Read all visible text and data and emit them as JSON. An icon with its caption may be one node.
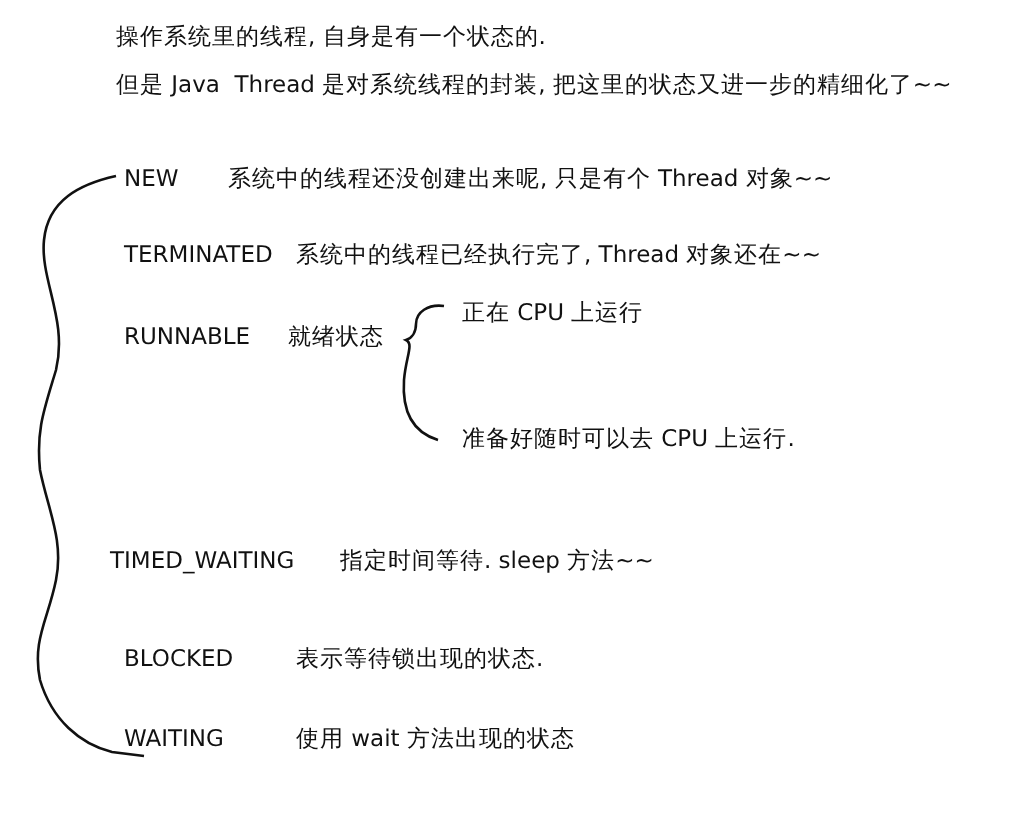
{
  "diagram": {
    "labels": [
      "操作系统里的线程, 自身是有一个状态的.",
      "但是 Java  Thread 是对系统线程的封装, 把这里的状态又进一步的精细化了~~",
      "NEW",
      "系统中的线程还没创建出来呢, 只是有个 Thread 对象~~",
      "TERMINATED",
      "系统中的线程已经执行完了, Thread 对象还在~~",
      "RUNNABLE",
      "就绪状态",
      "正在 CPU 上运行",
      "准备好随时可以去 CPU 上运行.",
      "TIMED_WAITING",
      "指定时间等待. sleep 方法~~",
      "BLOCKED",
      "表示等待锁出现的状态.",
      "WAITING",
      "使用 wait 方法出现的状态"
    ]
  }
}
